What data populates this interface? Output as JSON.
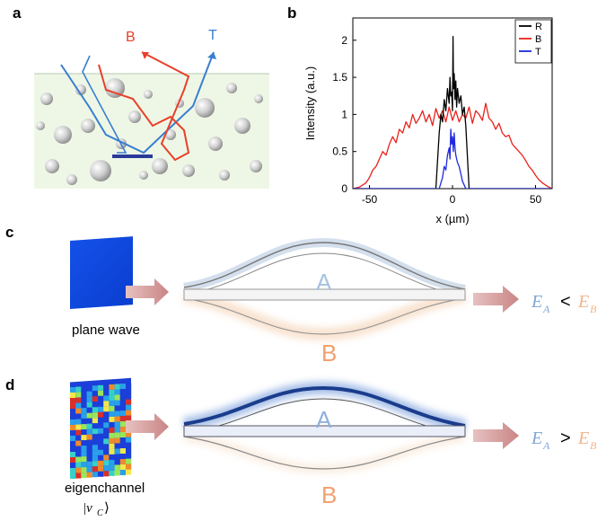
{
  "panels": {
    "a": {
      "label": "a",
      "ray_B": "B",
      "ray_T": "T",
      "colors": {
        "B": "#e8402a",
        "T": "#3a7fcf",
        "medium": "#eef7e6"
      }
    },
    "b": {
      "label": "b"
    },
    "c": {
      "label": "c",
      "input_caption": "plane wave",
      "arm_A": "A",
      "arm_B": "B",
      "relation": {
        "lhs": "E",
        "lhs_sub": "A",
        "op": "<",
        "rhs": "E",
        "rhs_sub": "B"
      }
    },
    "d": {
      "label": "d",
      "input_caption_line1": "eigenchannel",
      "input_caption_line2": "|v",
      "input_caption_sub": "C",
      "input_caption_close": "⟩",
      "arm_A": "A",
      "arm_B": "B",
      "relation": {
        "lhs": "E",
        "lhs_sub": "A",
        "op": ">",
        "rhs": "E",
        "rhs_sub": "B"
      }
    }
  },
  "chart_data": {
    "type": "line",
    "title": "",
    "xlabel": "x (µm)",
    "ylabel": "Intensity (a.u.)",
    "xlim": [
      -60,
      60
    ],
    "ylim": [
      0,
      2.3
    ],
    "xticks": [
      -50,
      0,
      50
    ],
    "yticks": [
      0,
      0.5,
      1,
      1.5,
      2
    ],
    "ytick_labels": [
      "0",
      "0.5",
      "1",
      "1.5",
      "2"
    ],
    "grid": false,
    "legend_position": "top-right",
    "series": [
      {
        "name": "R",
        "color": "#000000",
        "x": [
          -60,
          -10,
          -8,
          -7,
          -6,
          -5,
          -4,
          -3,
          -2,
          -1.5,
          -1,
          -0.5,
          0,
          0.3,
          0.6,
          1,
          1.5,
          2,
          2.5,
          3,
          4,
          5,
          6,
          7,
          8,
          10,
          60
        ],
        "y": [
          0,
          0,
          0.75,
          1.0,
          0.9,
          1.2,
          1.05,
          1.35,
          1.15,
          1.5,
          1.25,
          1.3,
          1.05,
          2.05,
          1.35,
          1.55,
          1.2,
          1.45,
          1.1,
          1.35,
          1.15,
          1.25,
          1.0,
          1.1,
          0.85,
          0,
          0
        ]
      },
      {
        "name": "B",
        "color": "#e8221a",
        "x": [
          -60,
          -56,
          -52,
          -50,
          -48,
          -46,
          -44,
          -42,
          -40,
          -38,
          -36,
          -34,
          -32,
          -30,
          -28,
          -26,
          -24,
          -22,
          -20,
          -18,
          -16,
          -14,
          -12,
          -10,
          -8,
          -6,
          -4,
          -2,
          0,
          2,
          4,
          6,
          8,
          10,
          12,
          14,
          16,
          18,
          20,
          22,
          24,
          26,
          28,
          30,
          32,
          34,
          36,
          38,
          40,
          42,
          44,
          46,
          48,
          50,
          52,
          54,
          56,
          58,
          60
        ],
        "y": [
          0,
          0.02,
          0.08,
          0.15,
          0.25,
          0.3,
          0.4,
          0.5,
          0.45,
          0.6,
          0.7,
          0.62,
          0.8,
          0.75,
          0.9,
          0.82,
          1.0,
          0.88,
          0.95,
          1.05,
          0.9,
          1.0,
          0.85,
          1.08,
          0.95,
          1.05,
          0.9,
          1.1,
          0.92,
          1.05,
          0.9,
          1.0,
          0.95,
          1.1,
          0.88,
          1.05,
          1.0,
          0.92,
          1.15,
          0.95,
          0.9,
          0.8,
          0.88,
          0.75,
          0.7,
          0.72,
          0.6,
          0.55,
          0.5,
          0.45,
          0.38,
          0.3,
          0.25,
          0.18,
          0.12,
          0.08,
          0.05,
          0.02,
          0
        ]
      },
      {
        "name": "T",
        "color": "#1f2adf",
        "x": [
          -60,
          -8,
          -6,
          -5,
          -4,
          -3,
          -2,
          -1.5,
          -1,
          -0.5,
          0,
          0.5,
          1,
          1.5,
          2,
          3,
          4,
          5,
          6,
          8,
          60
        ],
        "y": [
          0,
          0,
          0.15,
          0.3,
          0.25,
          0.45,
          0.55,
          0.4,
          0.8,
          0.6,
          0.7,
          0.5,
          0.75,
          0.55,
          0.45,
          0.35,
          0.3,
          0.2,
          0.1,
          0,
          0
        ]
      }
    ]
  }
}
